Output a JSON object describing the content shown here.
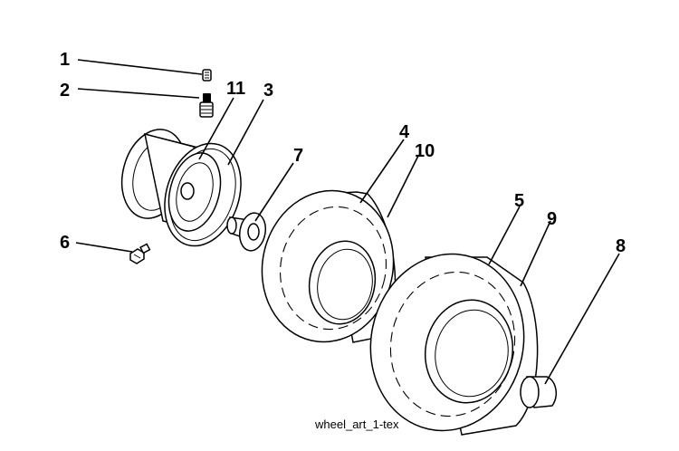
{
  "diagram": {
    "callouts": {
      "c1": "1",
      "c2": "2",
      "c3": "3",
      "c4": "4",
      "c5": "5",
      "c6": "6",
      "c7": "7",
      "c8": "8",
      "c9": "9",
      "c10": "10",
      "c11": "11"
    },
    "caption": "wheel_art_1-tex"
  }
}
